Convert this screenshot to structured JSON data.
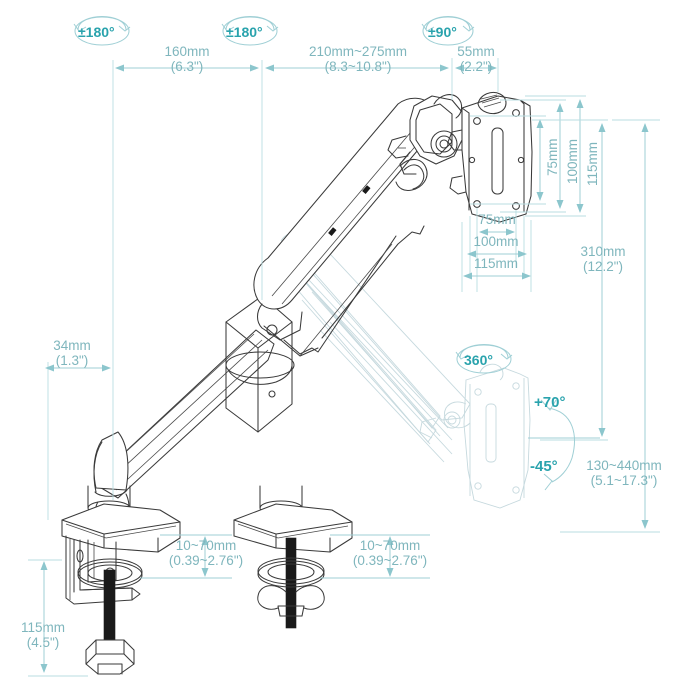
{
  "diagram": {
    "title": "Gas spring monitor arm dimensional drawing",
    "colors": {
      "dimension_text": "#7fb6bd",
      "dimension_line": "#9fcfd5",
      "angle_badge": "#2aa3ad",
      "drawing_ink": "#3a3a3a",
      "ghost_outline": "#c6d9de"
    }
  },
  "angles": [
    {
      "id": "base-rotation",
      "label": "±180°"
    },
    {
      "id": "elbow-rotation",
      "label": "±180°"
    },
    {
      "id": "head-swivel",
      "label": "±90°"
    },
    {
      "id": "head-rotation",
      "label": "360°"
    },
    {
      "id": "tilt-up",
      "label": "+70°"
    },
    {
      "id": "tilt-down",
      "label": "-45°"
    }
  ],
  "dimensions": {
    "top_row": [
      {
        "id": "base-to-elbow",
        "mm": "160mm",
        "inch": "(6.3\")"
      },
      {
        "id": "elbow-to-head",
        "mm": "210mm~275mm",
        "inch": "(8.3~10.8\")"
      },
      {
        "id": "head-offset",
        "mm": "55mm",
        "inch": "(2.2\")"
      }
    ],
    "vesa_vertical": [
      {
        "id": "vesa-v-75",
        "label": "75mm"
      },
      {
        "id": "vesa-v-100",
        "label": "100mm"
      },
      {
        "id": "vesa-v-115",
        "label": "115mm"
      }
    ],
    "vesa_horizontal": [
      {
        "id": "vesa-h-75",
        "label": "75mm"
      },
      {
        "id": "vesa-h-100",
        "label": "100mm"
      },
      {
        "id": "vesa-h-115",
        "label": "115mm"
      }
    ],
    "left_column": [
      {
        "id": "base-offset",
        "mm": "34mm",
        "inch": "(1.3\")"
      },
      {
        "id": "clamp-depth",
        "mm": "115mm",
        "inch": "(4.5\")"
      }
    ],
    "right_column": [
      {
        "id": "head-travel",
        "mm": "310mm",
        "inch": "(12.2\")"
      },
      {
        "id": "height-range",
        "mm": "130~440mm",
        "inch": "(5.1~17.3\")"
      }
    ],
    "clamp_thickness": [
      {
        "id": "c-clamp-thickness",
        "mm": "10~70mm",
        "inch": "(0.39~2.76\")"
      },
      {
        "id": "grommet-thickness",
        "mm": "10~70mm",
        "inch": "(0.39~2.76\")"
      }
    ]
  }
}
